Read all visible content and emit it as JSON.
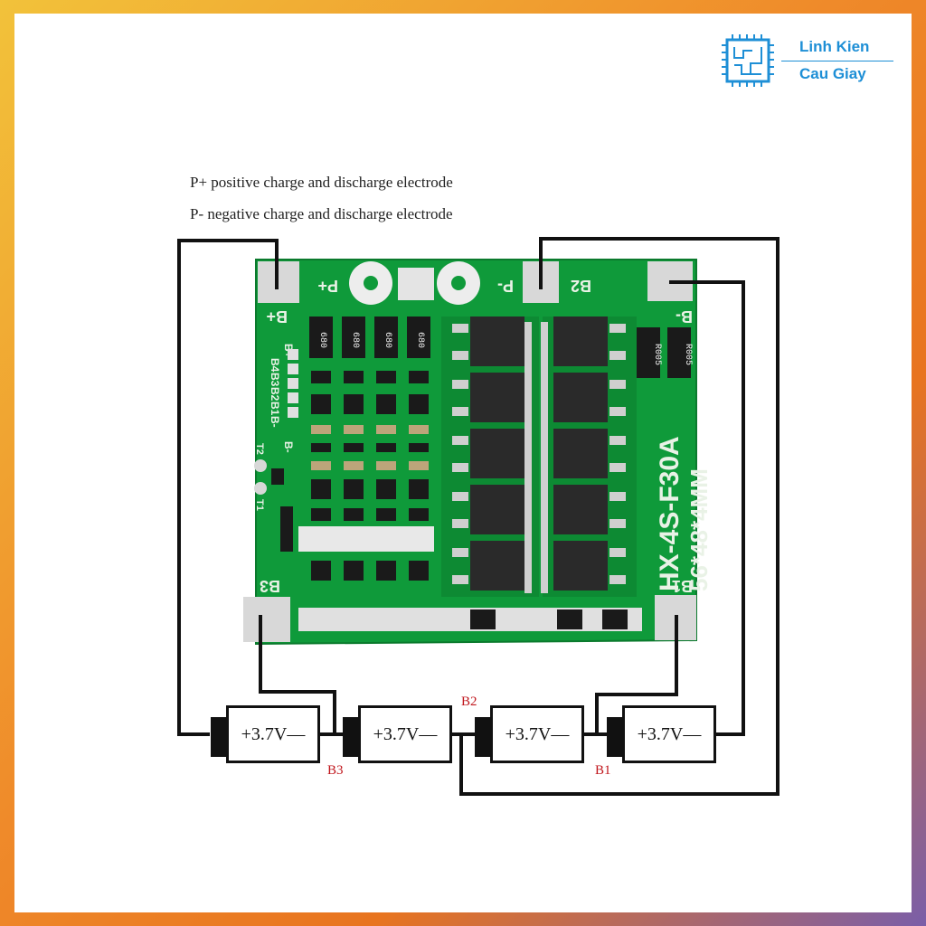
{
  "brand": {
    "line1": "Linh Kien",
    "line2": "Cau Giay",
    "accent": "#1e8fd6"
  },
  "notes": [
    "P+ positive charge and discharge electrode",
    "P- negative charge and discharge electrode"
  ],
  "board": {
    "model_line1": "HX-4S-F30A",
    "model_line2": "56*48*4MM",
    "pads": {
      "bplus": "B+",
      "pplus": "P+",
      "pminus": "P-",
      "b2": "B2",
      "bminus": "B-",
      "b1": "B1",
      "b3": "B3"
    },
    "side_pins": [
      "B+",
      "B4",
      "B3",
      "B2",
      "B1",
      "B-"
    ],
    "side_bminus": "B-",
    "sense_pads": [
      "T2",
      "T1"
    ],
    "resistor_code": "680",
    "shunt_code": "R005",
    "colors": {
      "pcb": "#0f9a3a",
      "pad": "#d8d8d8",
      "mosfet": "#2a2a2a"
    }
  },
  "batteries": [
    {
      "label": "+3.7V—"
    },
    {
      "label": "+3.7V—"
    },
    {
      "label": "+3.7V—"
    },
    {
      "label": "+3.7V—"
    }
  ],
  "nodes": {
    "b3": "B3",
    "b2": "B2",
    "b1": "B1"
  }
}
